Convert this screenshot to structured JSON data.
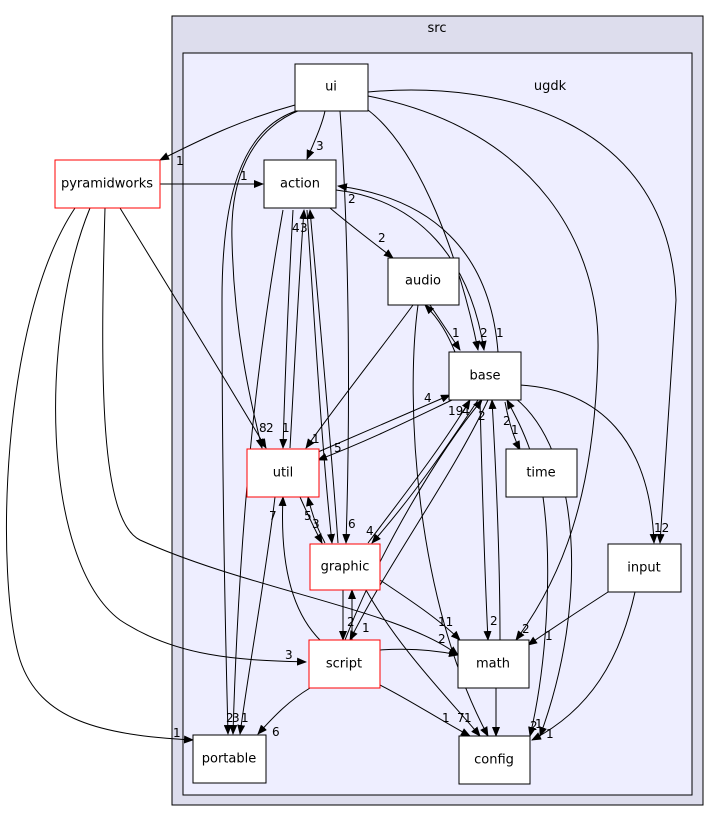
{
  "clusters": {
    "outer_label": "src",
    "inner_label": "ugdk"
  },
  "nodes": {
    "ui": "ui",
    "pyramidworks": "pyramidworks",
    "action": "action",
    "audio": "audio",
    "base": "base",
    "util": "util",
    "time": "time",
    "graphic": "graphic",
    "input": "input",
    "script": "script",
    "math": "math",
    "portable": "portable",
    "config": "config"
  },
  "edge_labels": {
    "ui_pyramidworks": "1",
    "ui_action": "3",
    "pyramidworks_action": "1",
    "action_audio": "2",
    "action_base": "2",
    "action_util": "4",
    "action_graphic": "3",
    "audio_base": "1",
    "base_audio": "1",
    "base_action": "2",
    "util_base": "4",
    "base_util": "5",
    "util_action": "1",
    "util_graphic": "3",
    "graphic_util": "5",
    "graphic_base": "19",
    "script_base": "4",
    "math_base": "2",
    "time_base": "2",
    "base_time": "1",
    "base_input": "12",
    "base_math": "2",
    "ui_util": "8",
    "pyramidworks_util": "2",
    "audio_util": "1",
    "graphic_script": "2",
    "script_graphic": "1",
    "script_util": "7",
    "ui_graphic": "6",
    "base_graphic": "4",
    "graphic_math": "11",
    "script_math": "2",
    "pyramidworks_script": "3",
    "script_portable": "6",
    "pyramidworks_portable": "1",
    "action_portable": "2",
    "ui_portable": "3",
    "util_portable": "1",
    "script_config": "1",
    "graphic_config": "7",
    "audio_config": "1",
    "time_config": "2",
    "input_config": "1",
    "input_math": "1",
    "math_config": "2",
    "base_config": "1"
  },
  "colors": {
    "outer_cluster_fill": "#dddded",
    "inner_cluster_fill": "#eeeeff",
    "node_border_default": "#000000",
    "node_border_highlight": "#ff0000"
  }
}
